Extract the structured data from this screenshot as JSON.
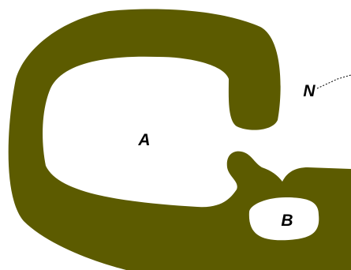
{
  "diagram": {
    "labels": {
      "a": "A",
      "b": "B",
      "n": "N"
    },
    "colors": {
      "shape_fill": "#5C5B00",
      "background": "#FFFFFF",
      "text": "#000000"
    }
  }
}
